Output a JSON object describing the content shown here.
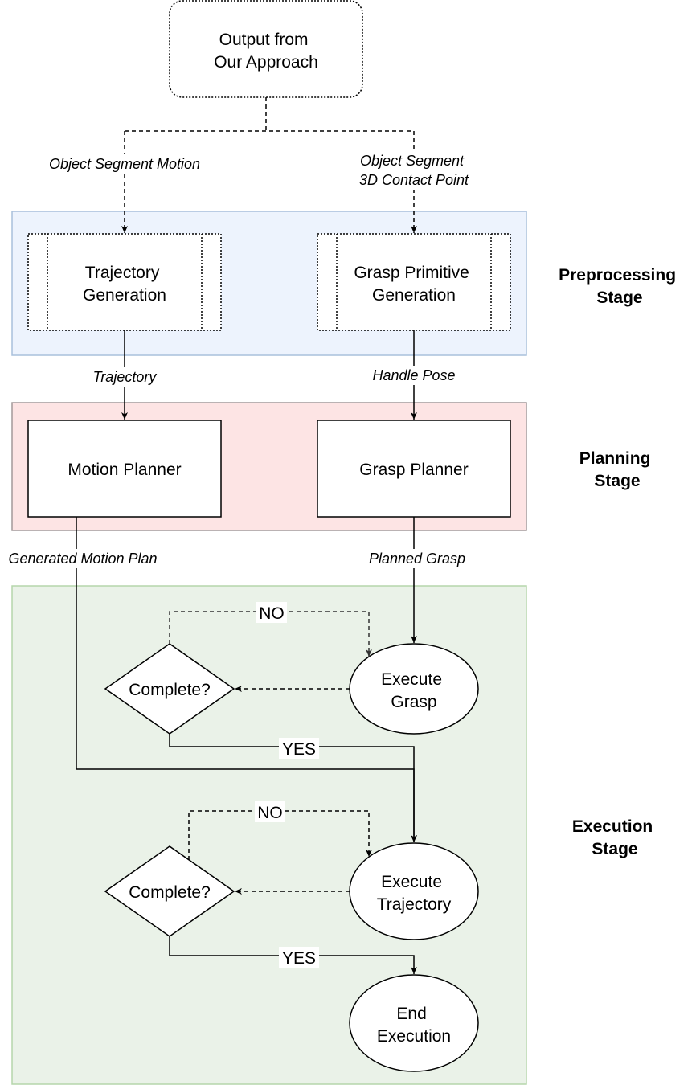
{
  "colors": {
    "preprocessing_fill": "#edf3fd",
    "preprocessing_stroke": "#a9c0dc",
    "planning_fill": "#fde4e4",
    "planning_stroke": "#a3999a",
    "execution_fill": "#eaf2e8",
    "execution_stroke": "#b5d6ab"
  },
  "nodes": {
    "output": [
      "Output from",
      "Our Approach"
    ],
    "trajectory_generation": [
      "Trajectory",
      "Generation"
    ],
    "grasp_primitive_generation": [
      "Grasp Primitive",
      "Generation"
    ],
    "motion_planner": "Motion Planner",
    "grasp_planner": "Grasp Planner",
    "complete_1": "Complete?",
    "execute_grasp": [
      "Execute",
      "Grasp"
    ],
    "complete_2": "Complete?",
    "execute_trajectory": [
      "Execute",
      "Trajectory"
    ],
    "end_execution": [
      "End",
      "Execution"
    ]
  },
  "edges": {
    "object_segment_motion": "Object Segment Motion",
    "object_segment_contact": [
      "Object Segment",
      "3D Contact Point"
    ],
    "trajectory": "Trajectory",
    "handle_pose": "Handle Pose",
    "generated_motion_plan": "Generated Motion Plan",
    "planned_grasp": "Planned Grasp",
    "no_1": "NO",
    "yes_1": "YES",
    "no_2": "NO",
    "yes_2": "YES"
  },
  "stages": {
    "preprocessing": [
      "Preprocessing",
      "Stage"
    ],
    "planning": [
      "Planning",
      "Stage"
    ],
    "execution": [
      "Execution",
      "Stage"
    ]
  }
}
